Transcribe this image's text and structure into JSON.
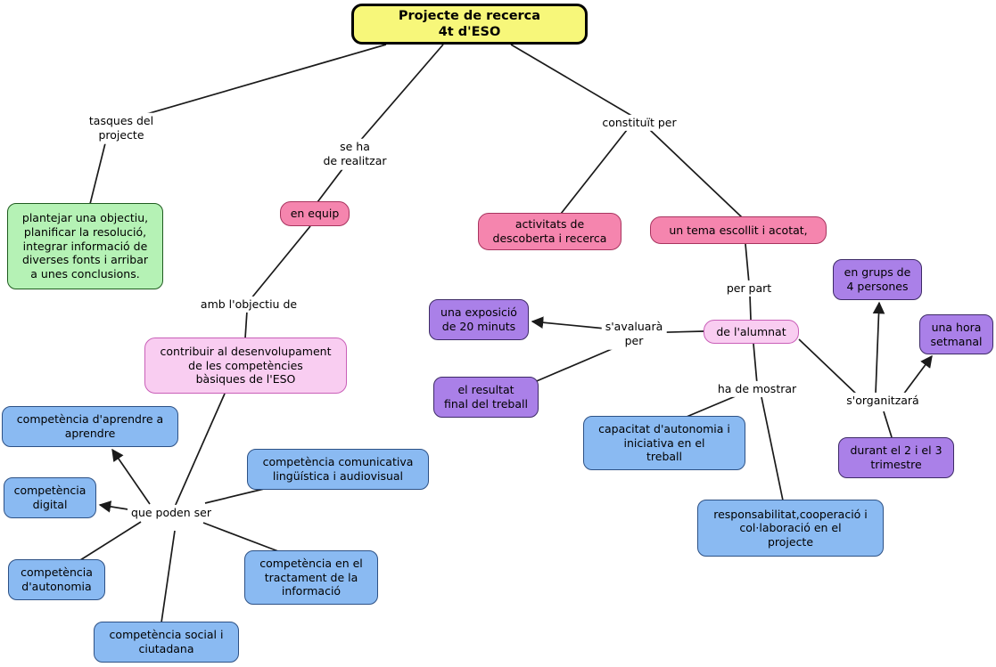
{
  "title": {
    "text": "Projecte de recerca\n4t d'ESO"
  },
  "colors": {
    "root_fill": "#f7f77a",
    "concept_green": "#b5f2b5",
    "concept_pink": "#f585ae",
    "concept_light_pink": "#f9cdf1",
    "concept_purple": "#aa80e8",
    "concept_blue": "#8abaf2",
    "line": "#1a1a1a",
    "background": "#ffffff"
  },
  "nodes": {
    "objectius": {
      "text": "plantejar una objectiu,\nplanificar la resolució,\nintegrar informació de\ndiverses fonts i arribar\na unes conclusions."
    },
    "en_equip": {
      "text": "en equip"
    },
    "activitats": {
      "text": "activitats de\ndescoberta i recerca"
    },
    "tema": {
      "text": "un tema escollit i acotat,"
    },
    "grups": {
      "text": "en grups de\n4 persones"
    },
    "exposicio": {
      "text": "una exposició\nde 20 minuts"
    },
    "alumnat": {
      "text": "de l'alumnat"
    },
    "hora": {
      "text": "una hora\nsetmanal"
    },
    "contribuir": {
      "text": "contribuir al desenvolupament\nde les competències\nbàsiques de l'ESO"
    },
    "resultat": {
      "text": "el resultat\nfinal del treball"
    },
    "capacitat": {
      "text": "capacitat d'autonomia i\niniciativa en el\ntreball"
    },
    "durant": {
      "text": "durant el 2 i el 3\ntrimestre"
    },
    "aprendre": {
      "text": "competència d'aprendre a\naprendre"
    },
    "comunicativa": {
      "text": "competència comunicativa\nlingüística i audiovisual"
    },
    "digital": {
      "text": "competència\ndigital"
    },
    "responsabilitat": {
      "text": "responsabilitat,cooperació i\ncol·laboració en el\nprojecte"
    },
    "autonomia": {
      "text": "competència\nd'autonomia"
    },
    "tractament": {
      "text": "competència en el\ntractament de la\ninformació"
    },
    "social": {
      "text": "competència social i\nciutadana"
    }
  },
  "link_labels": {
    "tasques": "tasques del\nprojecte",
    "se_ha": "se ha\nde realitzar",
    "constituit": "constituït per",
    "objectiu_de": "amb l'objectiu de",
    "per_part": "per part",
    "avaluara": "s'avaluarà\nper",
    "mostrar": "ha de mostrar",
    "organitzara": "s'organitzará",
    "poden_ser": "que poden ser"
  }
}
